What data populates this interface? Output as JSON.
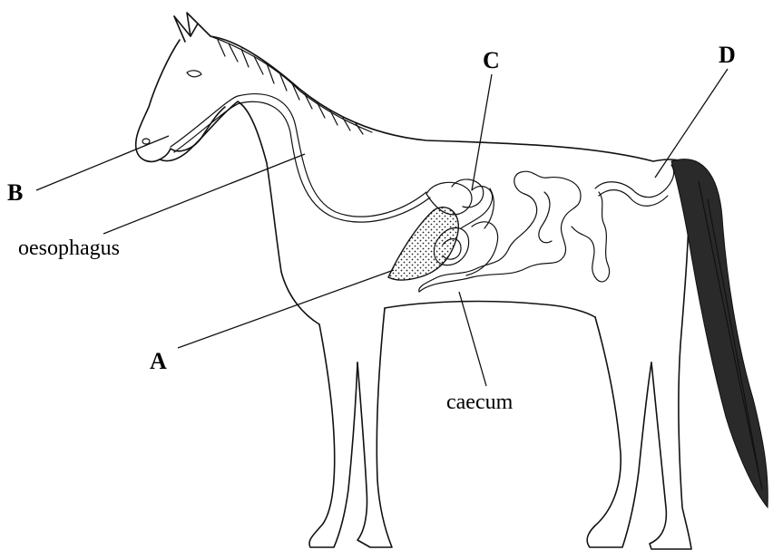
{
  "labels": {
    "a": "A",
    "b": "B",
    "c": "C",
    "d": "D",
    "oesophagus": "oesophagus",
    "caecum": "caecum"
  },
  "colors": {
    "ink": "#111111",
    "background": "#ffffff"
  }
}
